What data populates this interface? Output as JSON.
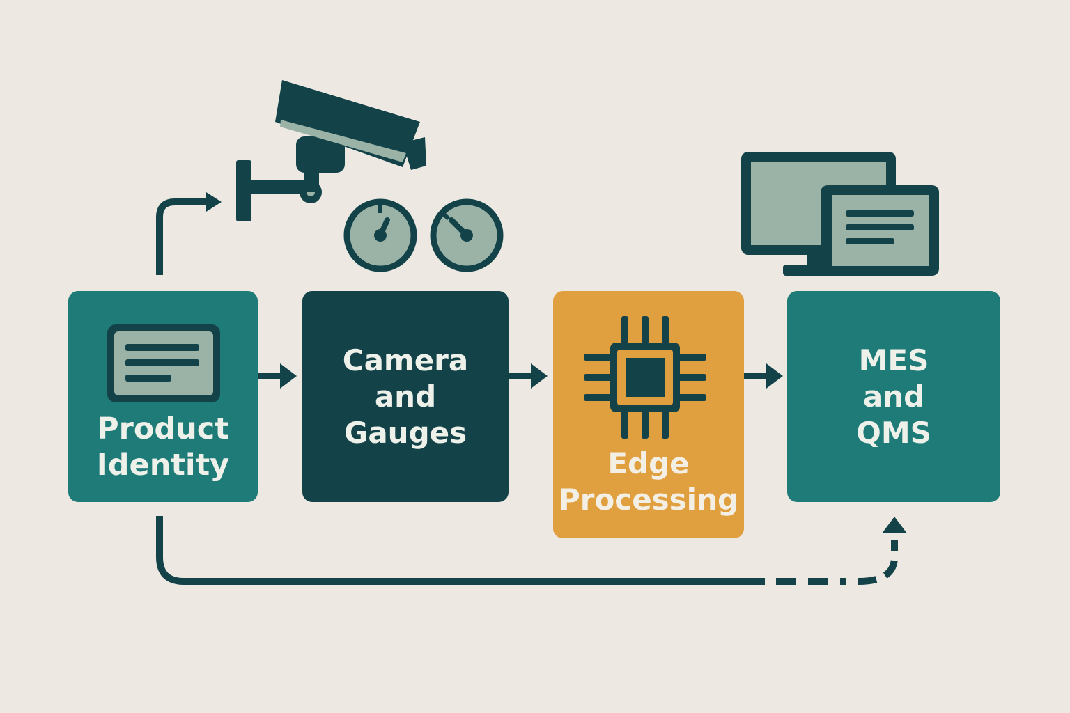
{
  "diagram": {
    "nodes": [
      {
        "id": "product",
        "label": "Product\nIdentity",
        "icon": "id-card-icon"
      },
      {
        "id": "camera",
        "label": "Camera\nand\nGauges",
        "icon": "camera-icon"
      },
      {
        "id": "edge",
        "label": "Edge\nProcessing",
        "icon": "cpu-chip-icon"
      },
      {
        "id": "mes",
        "label": "MES\nand\nQMS",
        "icon": "monitor-icon"
      }
    ],
    "edges": [
      {
        "from": "product",
        "to": "camera",
        "style": "solid"
      },
      {
        "from": "camera",
        "to": "edge",
        "style": "solid"
      },
      {
        "from": "edge",
        "to": "mes",
        "style": "solid"
      },
      {
        "from": "product",
        "to": "camera-sensor",
        "style": "solid"
      },
      {
        "from": "product",
        "to": "mes",
        "style": "dashed"
      }
    ]
  },
  "colors": {
    "background": "#ede9e2",
    "dark_teal": "#134349",
    "teal": "#1e7b77",
    "amber": "#e0a03f",
    "sage": "#9bb2a6",
    "text_light": "#eef0ea"
  }
}
